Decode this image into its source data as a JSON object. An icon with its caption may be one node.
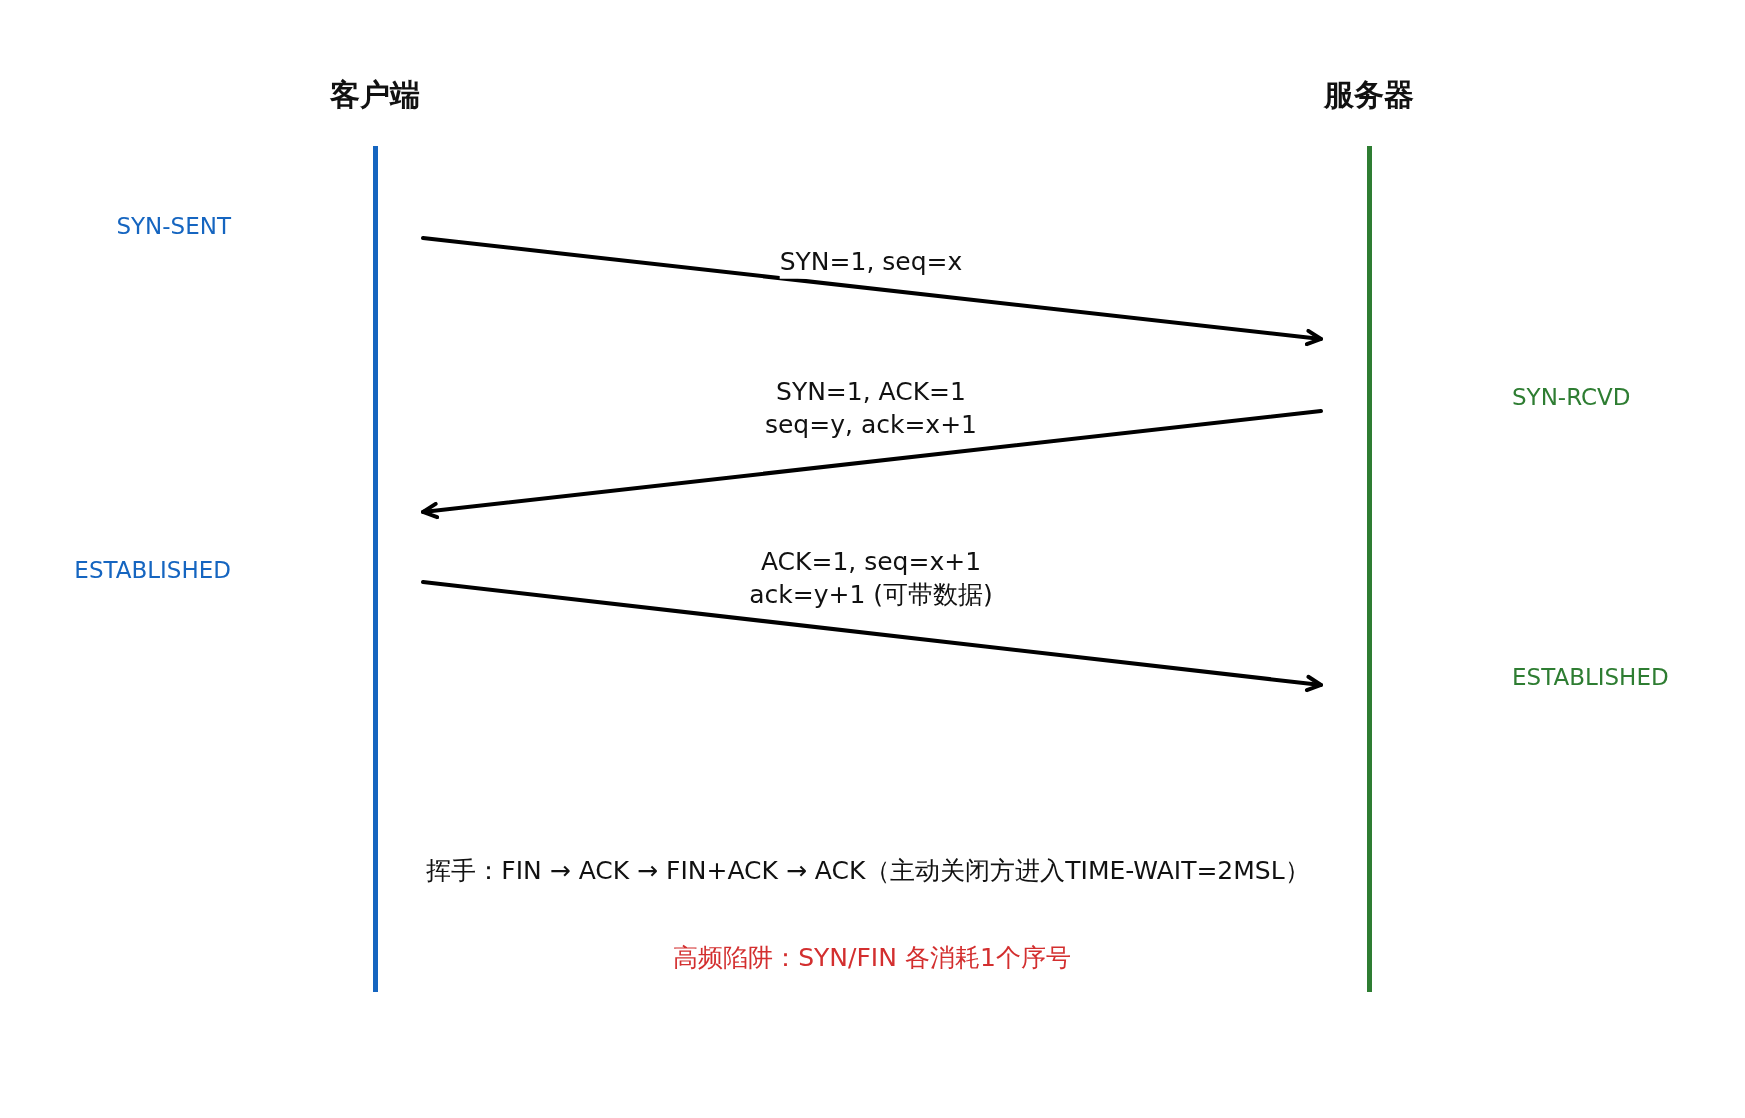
{
  "diagram": {
    "nodes": [
      {
        "text": [
          "客户端"
        ]
      },
      {
        "text": [
          "服务器"
        ]
      }
    ],
    "edges": [
      {
        "from": 0,
        "to": 1,
        "arrow": "to",
        "label": "SYN=1, seq=x"
      },
      {
        "from": 1,
        "to": 0,
        "arrow": "to",
        "label": "SYN=1, ACK=1 seq=y, ack=x+1"
      },
      {
        "from": 0,
        "to": 1,
        "arrow": "to",
        "label": "ACK=1, seq=x+1 ack=y+1 (可带数据)"
      }
    ],
    "labels": [
      "SYN-SENT",
      "SYN-RCVD",
      "ESTABLISHED",
      "ESTABLISHED",
      "挥手：FIN → ACK → FIN+ACK → ACK（主动关闭方进入TIME-WAIT=2MSL）",
      "高频陷阱：SYN/FIN 各消耗1个序号"
    ]
  }
}
